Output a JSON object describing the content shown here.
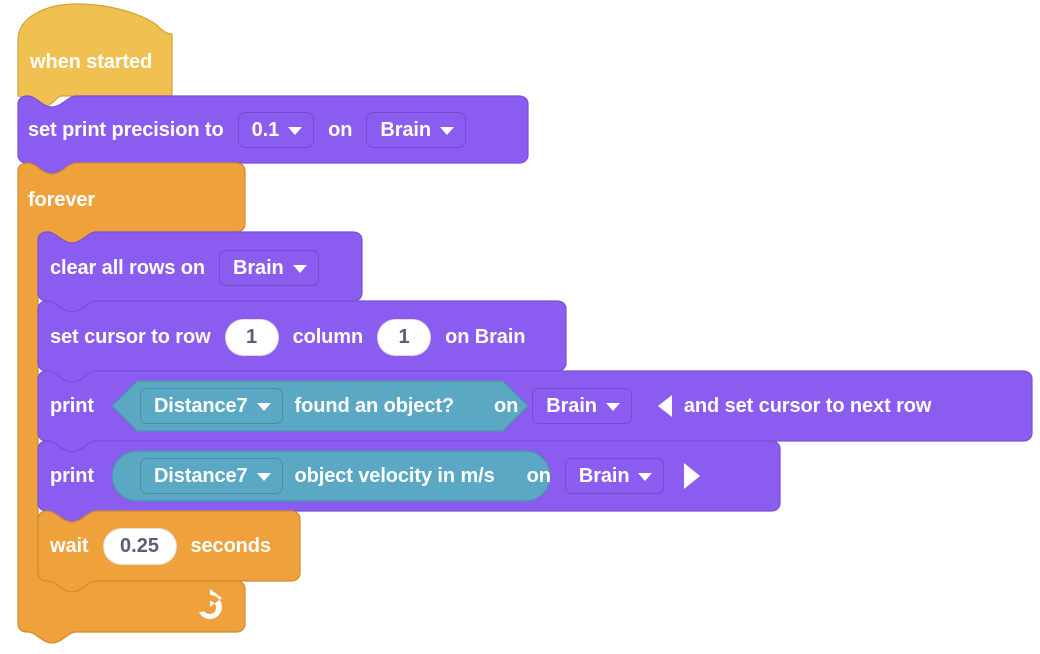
{
  "workspace": {
    "name": "vex-block-workspace",
    "background": "#ffffff",
    "colors": {
      "event_block": "#f0c050",
      "event_block_stroke": "#cfa23d",
      "control_block": "#efa23c",
      "control_block_stroke": "#d18a2c",
      "looks_block": "#8a5cf0",
      "looks_block_stroke": "#7a4fd8",
      "sensing_block": "#5ba8c4",
      "sensing_block_stroke": "#4a93ad",
      "field_text": "#ffffff",
      "input_text": "#575e75",
      "input_fill": "#ffffff"
    }
  },
  "script": {
    "hat": {
      "kind": "event-hat",
      "label": "when started"
    },
    "set_precision": {
      "kind": "stack",
      "label_1": "set print precision to",
      "precision_value": "0.1",
      "label_2": "on",
      "device_value": "Brain"
    },
    "forever": {
      "kind": "c-block",
      "label": "forever",
      "loop_arrow_icon": "loop-arrow-icon"
    },
    "clear_rows": {
      "kind": "stack",
      "label_1": "clear all rows on",
      "device_value": "Brain"
    },
    "set_cursor": {
      "kind": "stack",
      "label_1": "set cursor to row",
      "row_value": "1",
      "label_2": "column",
      "column_value": "1",
      "label_3": "on Brain"
    },
    "print_found": {
      "kind": "stack",
      "label_1": "print",
      "reporter": {
        "shape": "boolean-hexagon",
        "sensor_value": "Distance7",
        "property_label": "found an object?"
      },
      "label_2": "on",
      "device_value": "Brain",
      "expand_icon": "triangle-left-icon",
      "expand_label": "and set cursor to next row"
    },
    "print_velocity": {
      "kind": "stack",
      "label_1": "print",
      "reporter": {
        "shape": "round-reporter",
        "sensor_value": "Distance7",
        "property_label": "object velocity in m/s"
      },
      "label_2": "on",
      "device_value": "Brain",
      "collapse_icon": "triangle-right-icon"
    },
    "wait": {
      "kind": "stack",
      "label_1": "wait",
      "seconds_value": "0.25",
      "label_2": "seconds"
    }
  }
}
